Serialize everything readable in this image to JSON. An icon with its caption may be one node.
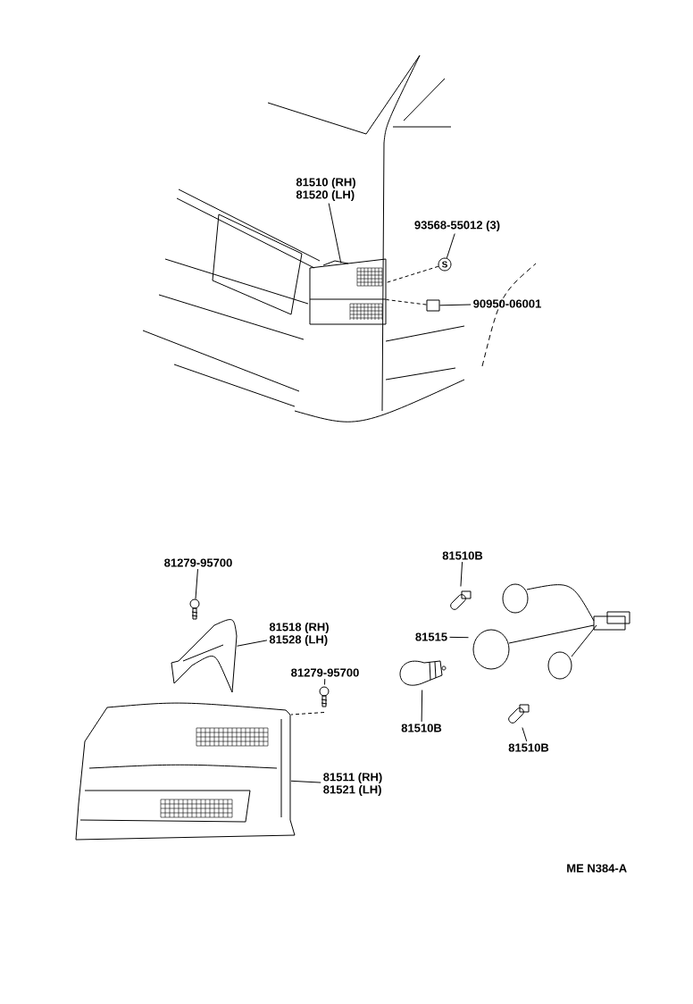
{
  "diagram": {
    "nodes": [
      {
        "text": [
          "81510 (RH)",
          "81520 (LH)"
        ]
      },
      {
        "text": [],
        "shape": "picture"
      },
      {
        "text": [
          "93568-55012 (3)"
        ]
      },
      {
        "text": [
          "S"
        ]
      },
      {
        "text": [
          "90950-06001"
        ]
      },
      {
        "text": [],
        "shape": "box"
      },
      {
        "text": [
          "81279-95700"
        ]
      },
      {
        "text": [],
        "shape": "picture"
      },
      {
        "text": [
          "81518 (RH)",
          "81528 (LH)"
        ]
      },
      {
        "text": [],
        "shape": "picture"
      },
      {
        "text": [
          "81279-95700"
        ]
      },
      {
        "text": [],
        "shape": "picture"
      },
      {
        "text": [
          "81511 (RH)",
          "81521 (LH)"
        ]
      },
      {
        "text": [],
        "shape": "picture"
      },
      {
        "text": [
          "81510B"
        ]
      },
      {
        "text": [],
        "shape": "picture"
      },
      {
        "text": [
          "81515"
        ]
      },
      {
        "text": [],
        "shape": "picture"
      },
      {
        "text": [],
        "shape": "picture"
      },
      {
        "text": [
          "81510B"
        ]
      },
      {
        "text": [],
        "shape": "picture"
      },
      {
        "text": [
          "81510B"
        ]
      }
    ],
    "edges": [
      {
        "from": 0,
        "to": 1,
        "arrow": "none"
      },
      {
        "from": 2,
        "to": 3,
        "arrow": "none"
      },
      {
        "from": 3,
        "to": 1,
        "arrow": "none",
        "style": "dashed"
      },
      {
        "from": 4,
        "to": 5,
        "arrow": "none"
      },
      {
        "from": 5,
        "to": 1,
        "arrow": "none",
        "style": "dashed"
      },
      {
        "from": 6,
        "to": 7,
        "arrow": "none"
      },
      {
        "from": 8,
        "to": 9,
        "arrow": "none"
      },
      {
        "from": 10,
        "to": 11,
        "arrow": "none"
      },
      {
        "from": 11,
        "to": 13,
        "arrow": "none",
        "style": "dashed"
      },
      {
        "from": 12,
        "to": 13,
        "arrow": "none"
      },
      {
        "from": 14,
        "to": 15,
        "arrow": "none"
      },
      {
        "from": 16,
        "to": 17,
        "arrow": "none"
      },
      {
        "from": 19,
        "to": 18,
        "arrow": "none"
      },
      {
        "from": 21,
        "to": 20,
        "arrow": "none"
      }
    ],
    "labels": [
      "ME N384-A"
    ]
  }
}
